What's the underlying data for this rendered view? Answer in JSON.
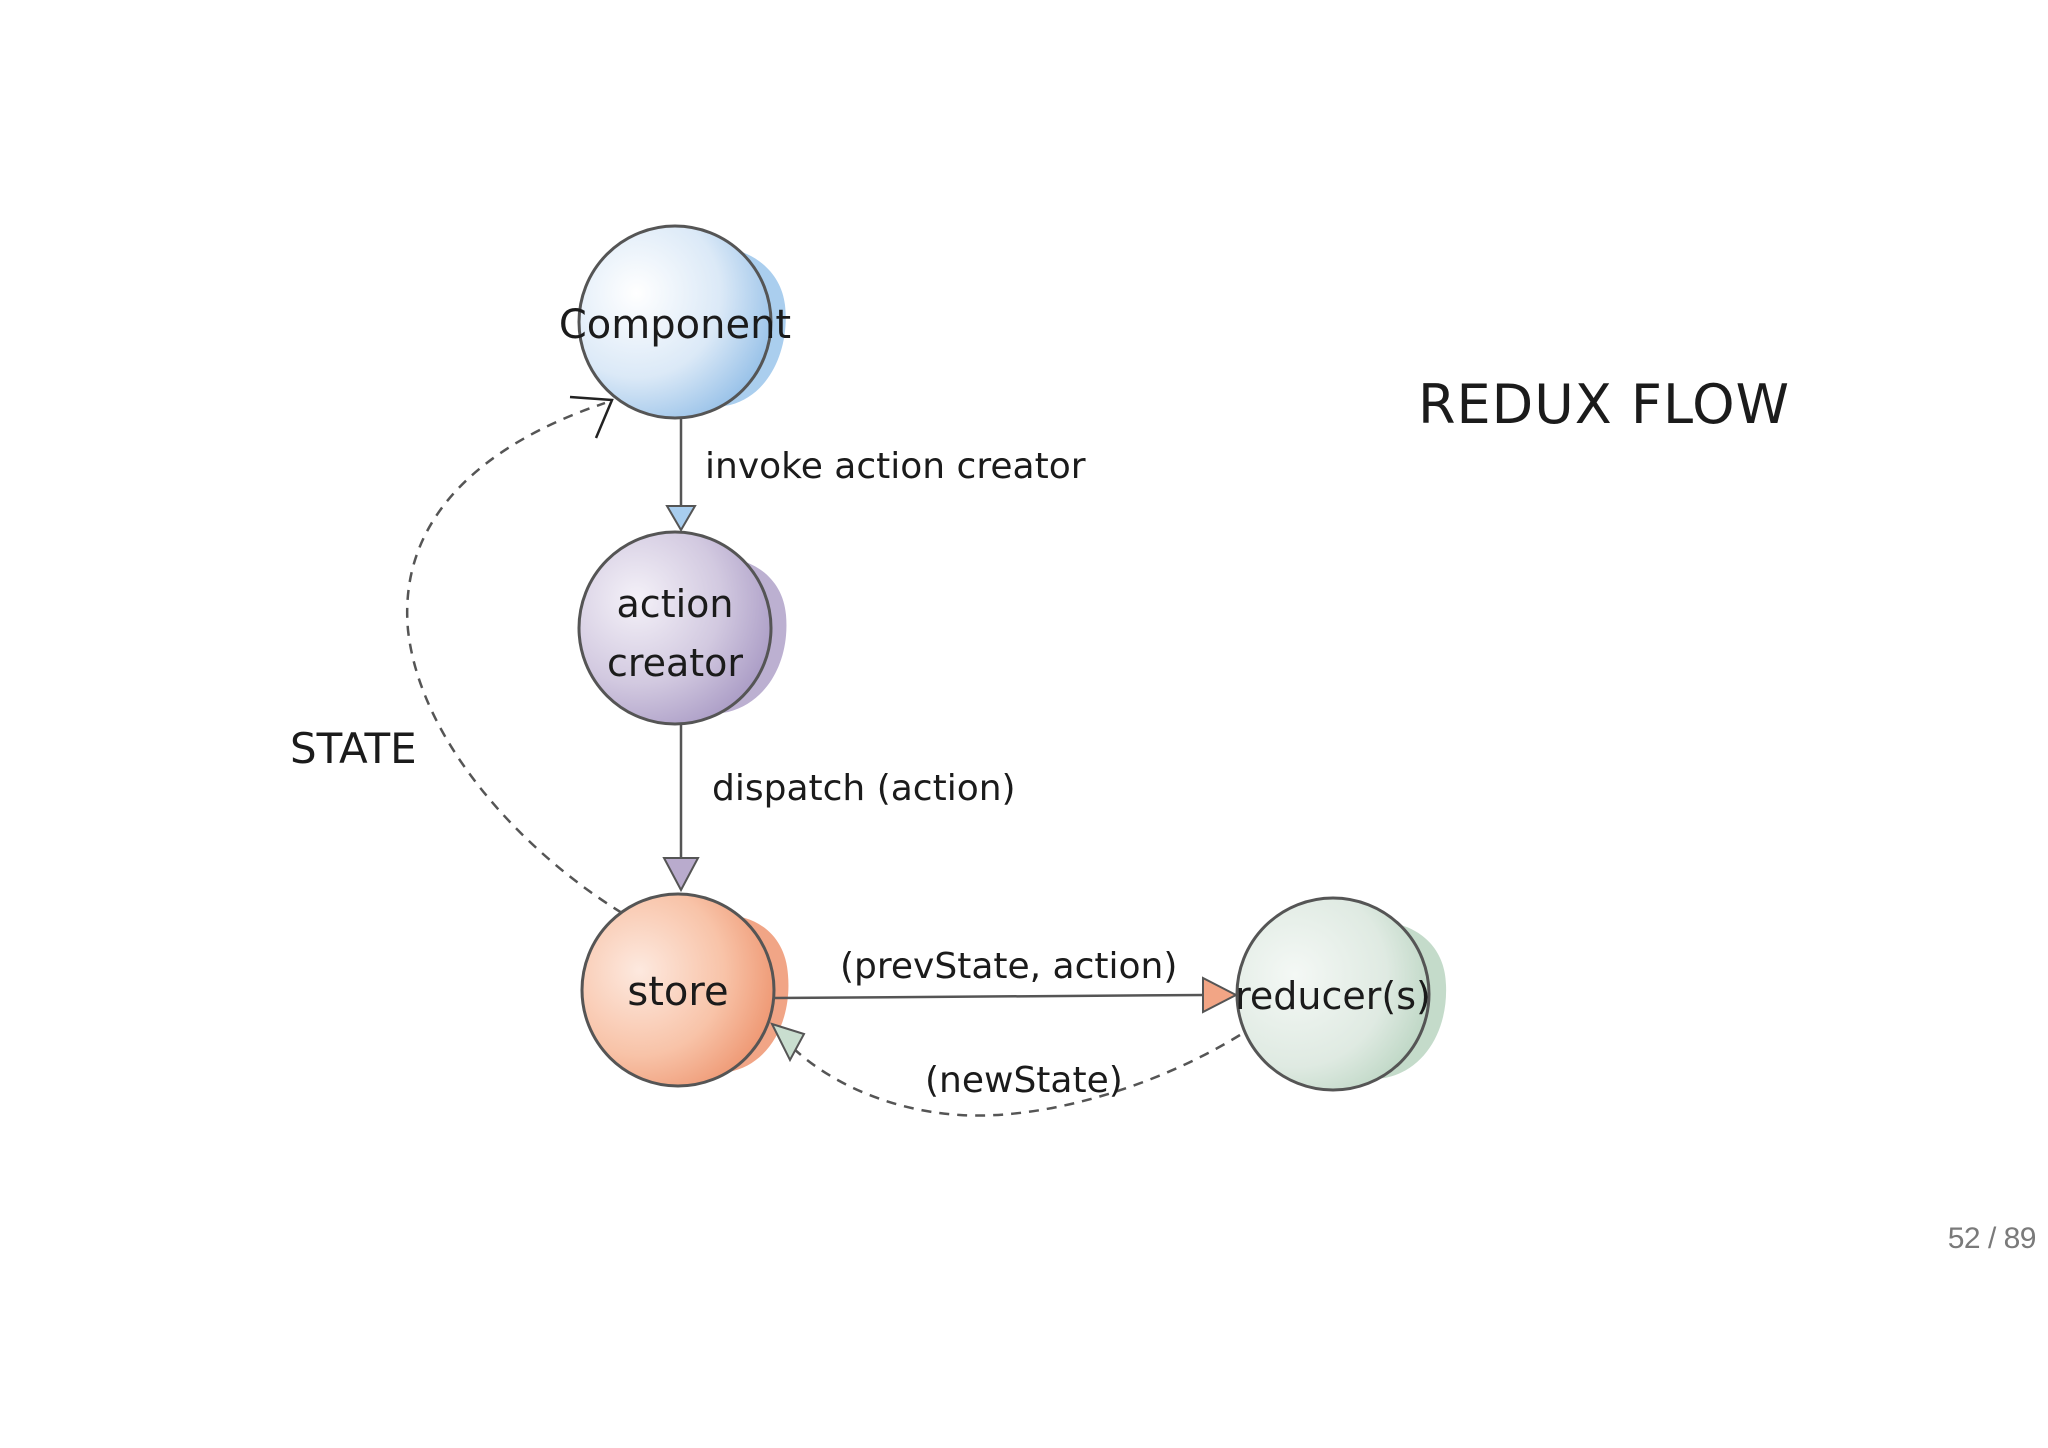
{
  "title": "REDUX FLOW",
  "nodes": {
    "component": {
      "label": "Component",
      "color": "#a8cdee"
    },
    "action_creator": {
      "label_line1": "action",
      "label_line2": "creator",
      "color": "#b9abcd"
    },
    "store": {
      "label": "store",
      "color": "#f2a585"
    },
    "reducer": {
      "label": "reducer(s)",
      "color": "#c9decf"
    }
  },
  "edges": {
    "invoke": "invoke action creator",
    "dispatch": "dispatch (action)",
    "prev_state": "(prevState, action)",
    "new_state": "(newState)",
    "state": "STATE"
  },
  "pager": {
    "current": "52",
    "total": "89"
  }
}
